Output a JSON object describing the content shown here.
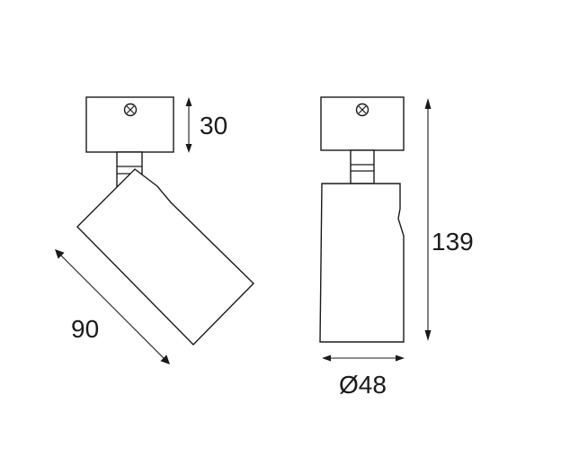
{
  "diagram": {
    "dimensions": {
      "base_height": "30",
      "body_length": "90",
      "total_height": "139",
      "diameter": "Ø48"
    }
  }
}
